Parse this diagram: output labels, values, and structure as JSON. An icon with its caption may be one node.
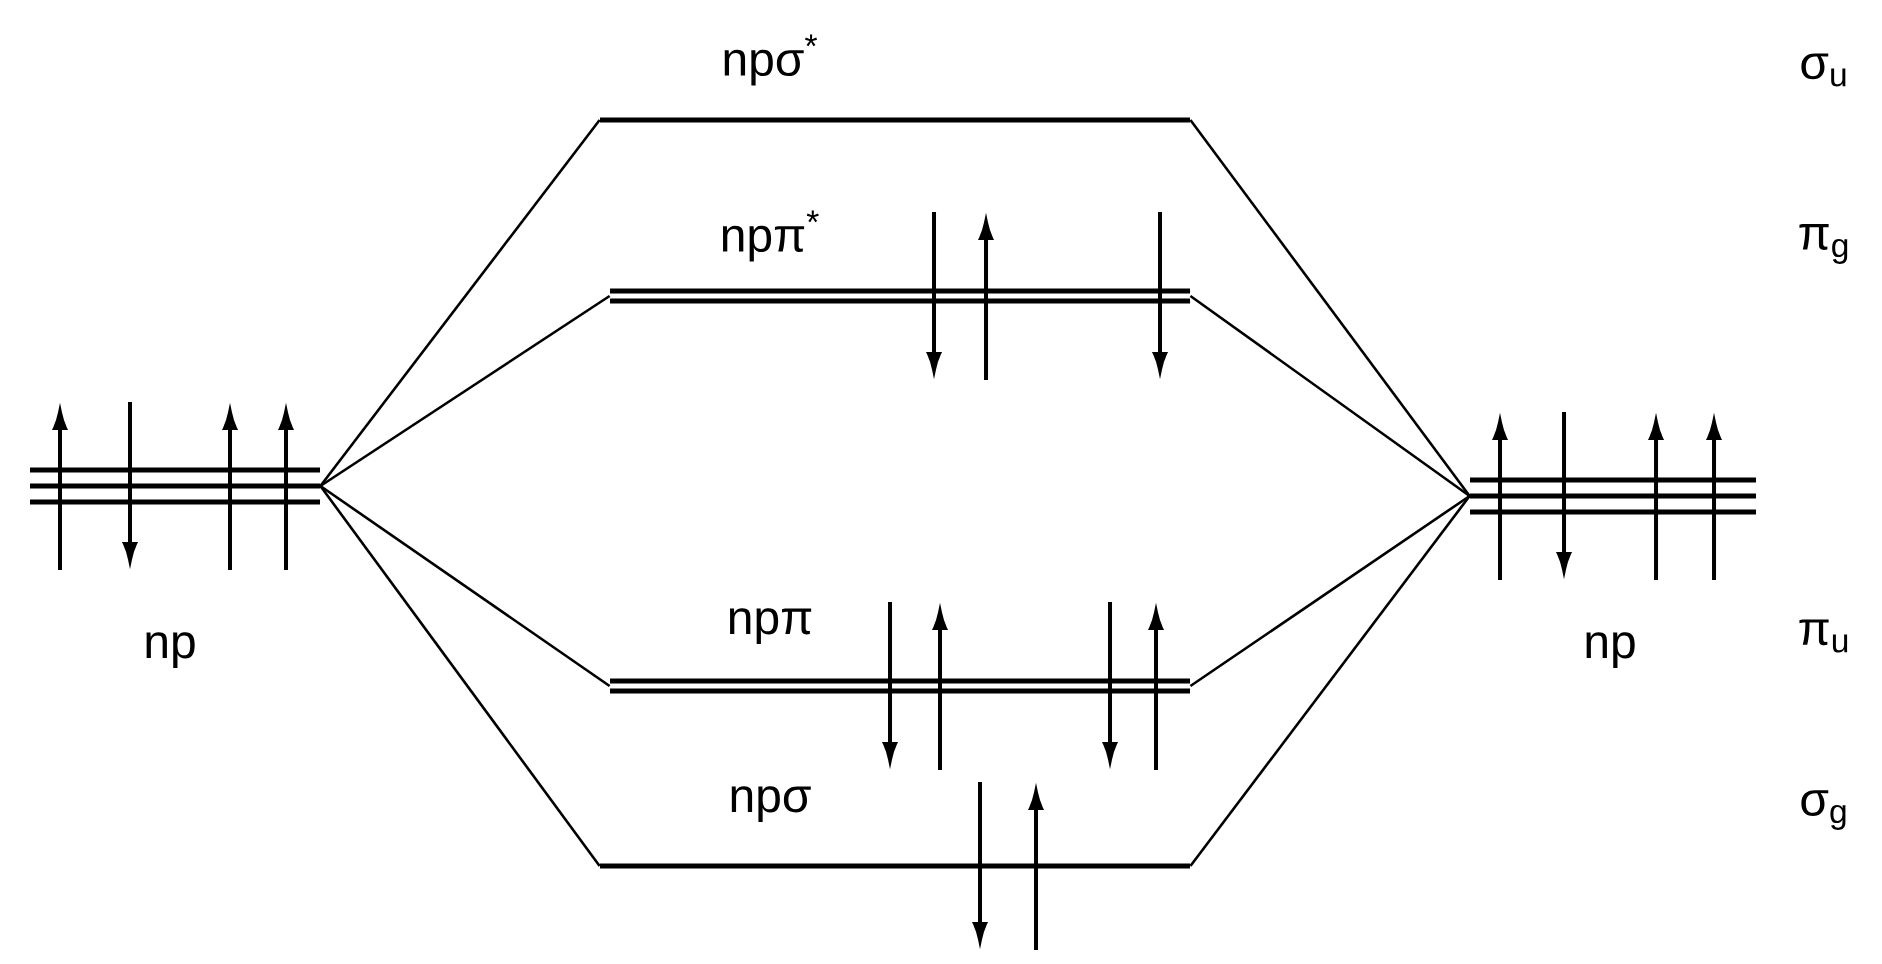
{
  "diagram": {
    "nodes": [
      {
        "text": [
          "npσ$^{*}$"
        ]
      },
      {
        "text": [
          "npπ$^{*}$"
        ]
      },
      {
        "text": [
          "np"
        ]
      },
      {
        "text": [
          "np"
        ]
      },
      {
        "text": [
          "npπ"
        ]
      },
      {
        "text": [
          "npσ"
        ]
      }
    ],
    "edges": [
      {
        "from": 2,
        "to": 0,
        "arrow": "none"
      },
      {
        "from": 2,
        "to": 1,
        "arrow": "none"
      },
      {
        "from": 2,
        "to": 4,
        "arrow": "none"
      },
      {
        "from": 2,
        "to": 5,
        "arrow": "none"
      },
      {
        "from": 3,
        "to": 0,
        "arrow": "none"
      },
      {
        "from": 3,
        "to": 1,
        "arrow": "none"
      },
      {
        "from": 3,
        "to": 4,
        "arrow": "none"
      },
      {
        "from": 3,
        "to": 5,
        "arrow": "none"
      }
    ],
    "labels": [
      "σ$_{u}$",
      "π$_{g}$",
      "π$_{u}$",
      "σ$_{g}$"
    ]
  }
}
